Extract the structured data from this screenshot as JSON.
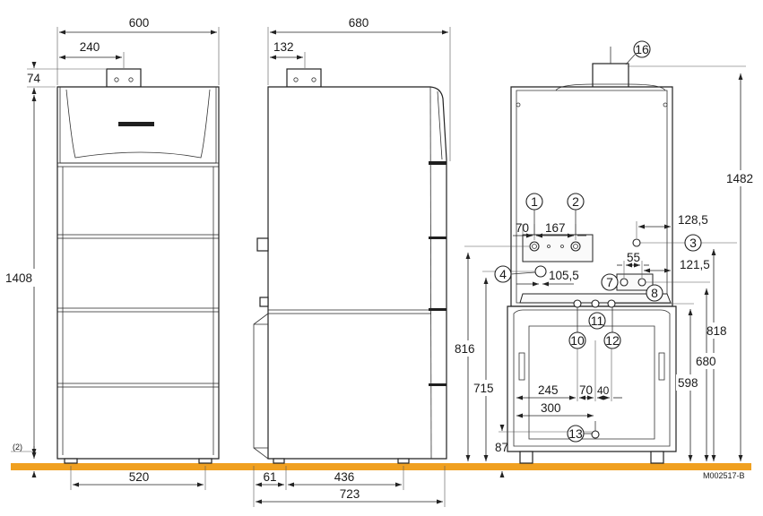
{
  "drawing": {
    "reference": "M002517-B",
    "note_floor": "(2)"
  },
  "dimensions": {
    "front_width": "600",
    "front_flue_offset": "240",
    "front_flue_height": "74",
    "front_body_height": "1408",
    "front_feet_spacing": "520",
    "side_depth": "680",
    "side_flue_offset": "132",
    "side_feet_offset": "61",
    "side_feet_spacing": "436",
    "side_total_depth": "723",
    "rear_total_height": "1482",
    "rear_conn_spacing_12": "167",
    "rear_conn_offset_1": "70",
    "rear_conn_3_offset": "128,5",
    "rear_conn_78_spacing": "55",
    "rear_conn_8_offset": "121,5",
    "rear_conn_4_offset": "105,5",
    "rear_height_816": "816",
    "rear_height_715": "715",
    "rear_height_87": "87",
    "rear_height_818": "818",
    "rear_height_680": "680",
    "rear_height_598": "598",
    "rear_spacing_245": "245",
    "rear_spacing_70": "70",
    "rear_spacing_40": "40",
    "rear_spacing_300": "300"
  },
  "callouts": {
    "c1": "1",
    "c2": "2",
    "c3": "3",
    "c4": "4",
    "c7": "7",
    "c8": "8",
    "c10": "10",
    "c11": "11",
    "c12": "12",
    "c13": "13",
    "c16": "16"
  }
}
